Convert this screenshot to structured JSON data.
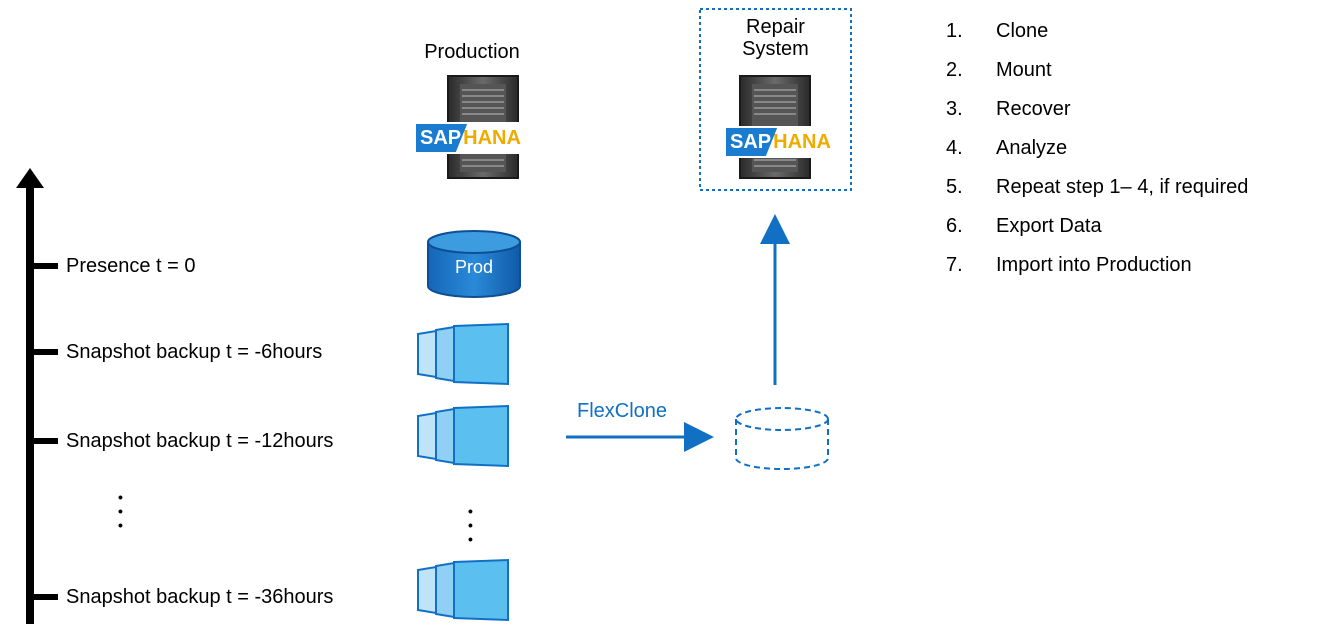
{
  "production": {
    "label": "Production"
  },
  "repair": {
    "label_line1": "Repair",
    "label_line2": "System"
  },
  "sap_logo": {
    "sap": "SAP",
    "hana": "HANA"
  },
  "database": {
    "prod_label": "Prod"
  },
  "timeline": {
    "items": [
      {
        "label": "Presence t = 0"
      },
      {
        "label": "Snapshot backup t = -6hours"
      },
      {
        "label": "Snapshot backup t = -12hours"
      },
      {
        "label": "Snapshot backup t = -36hours"
      }
    ],
    "ellipsis": ":"
  },
  "flexclone": {
    "label": "FlexClone"
  },
  "steps": [
    {
      "num": "1.",
      "label": "Clone"
    },
    {
      "num": "2.",
      "label": "Mount"
    },
    {
      "num": "3.",
      "label": "Recover"
    },
    {
      "num": "4.",
      "label": "Analyze"
    },
    {
      "num": "5.",
      "label": "Repeat step 1– 4, if required"
    },
    {
      "num": "6.",
      "label": "Export Data"
    },
    {
      "num": "7.",
      "label": "Import into Production"
    }
  ],
  "colors": {
    "accent_blue": "#1170c4",
    "sap_blue": "#1a7cd1",
    "hana_orange": "#f0ab00",
    "snapshot_blue": "#5bc0f0",
    "snapshot_light": "#bfe4f8",
    "server_dark": "#3a3a3a"
  }
}
